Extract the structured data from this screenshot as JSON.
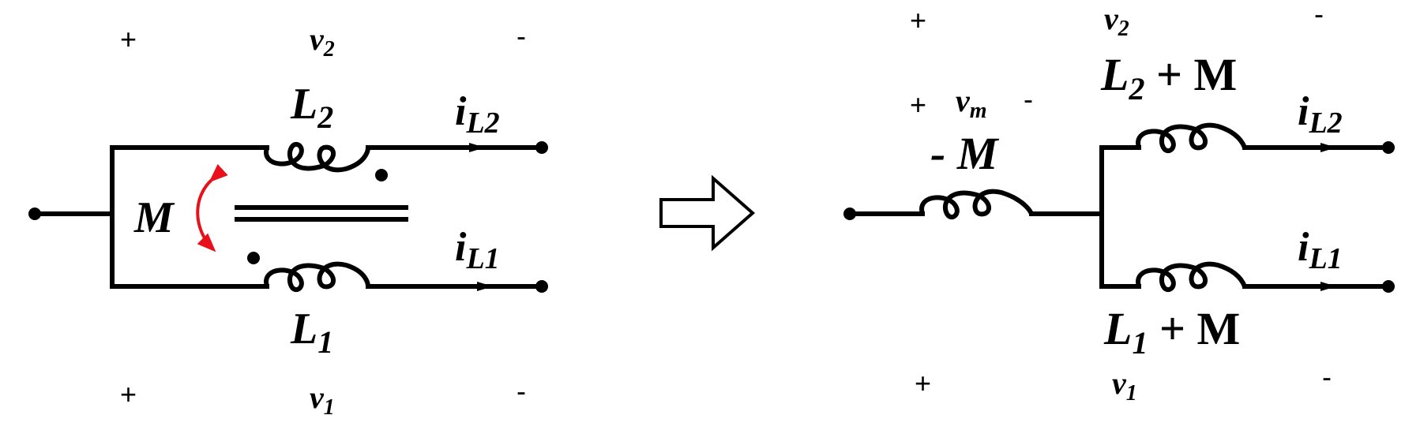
{
  "colors": {
    "ink": "#000000",
    "accent": "#e8101a",
    "background": "#ffffff"
  },
  "left_circuit": {
    "v2": {
      "sign_plus": "+",
      "name": "v",
      "sub": "2",
      "sign_minus": "-"
    },
    "v1": {
      "sign_plus": "+",
      "name": "v",
      "sub": "1",
      "sign_minus": "-"
    },
    "L2": {
      "name": "L",
      "sub": "2"
    },
    "L1": {
      "name": "L",
      "sub": "1"
    },
    "M": "M",
    "iL2": {
      "name": "i",
      "sub": "L2"
    },
    "iL1": {
      "name": "i",
      "sub": "L1"
    }
  },
  "arrow_icon": "right-hollow-arrow",
  "right_circuit": {
    "v2": {
      "sign_plus": "+",
      "name": "v",
      "sub": "2",
      "sign_minus": "-"
    },
    "vm": {
      "sign_plus": "+",
      "name": "v",
      "sub": "m",
      "sign_minus": "-"
    },
    "v1": {
      "sign_plus": "+",
      "name": "v",
      "sub": "1",
      "sign_minus": "-"
    },
    "minus_M": "- M",
    "L2_plus_M": {
      "name": "L",
      "sub": "2",
      "rest": " + M"
    },
    "L1_plus_M": {
      "name": "L",
      "sub": "1",
      "rest": " + M"
    },
    "iL2": {
      "name": "i",
      "sub": "L2"
    },
    "iL1": {
      "name": "i",
      "sub": "L1"
    }
  }
}
